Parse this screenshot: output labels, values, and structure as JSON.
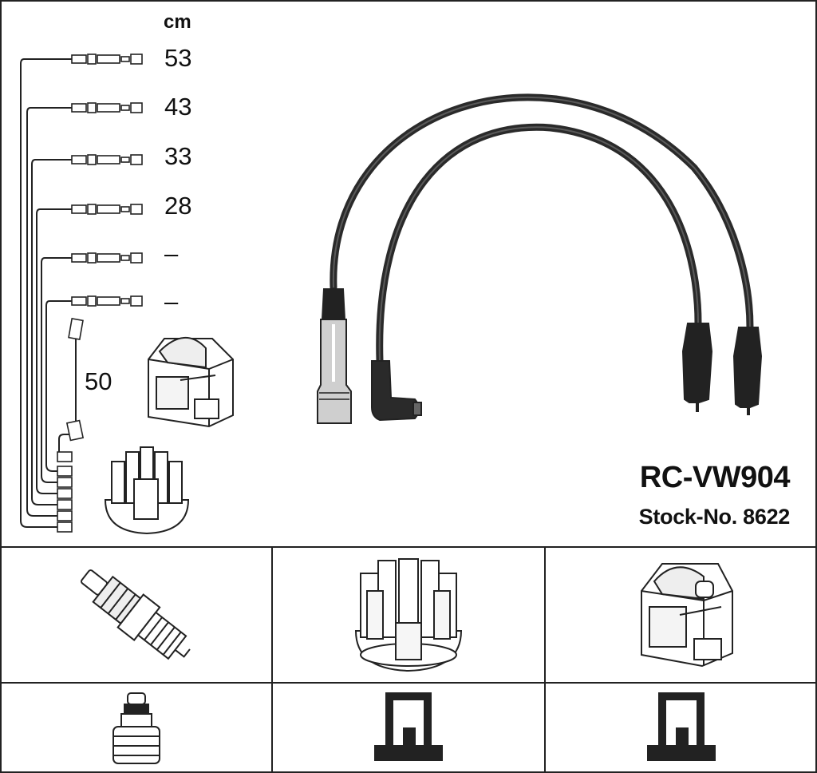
{
  "header": {
    "unit_label": "cm"
  },
  "lead_lengths": [
    "53",
    "43",
    "33",
    "28",
    "–",
    "–"
  ],
  "coil_lead_length": "50",
  "product": {
    "model": "RC-VW904",
    "stock_number": "Stock-No. 8622"
  },
  "icons": {
    "main_panel": [
      "ignition-lead-set",
      "spark-plug-boot-straight",
      "spark-plug-boot-angled",
      "ignition-coil",
      "distributor-cap"
    ],
    "bottom_row": [
      "spark-plug-icon",
      "distributor-cap-icon",
      "ignition-coil-icon"
    ],
    "terminal_row": [
      "plug-terminal-icon",
      "distributor-terminal-icon",
      "coil-terminal-icon"
    ]
  },
  "colors": {
    "line": "#111111",
    "cable": "#2a2a2a",
    "background": "#ffffff"
  }
}
